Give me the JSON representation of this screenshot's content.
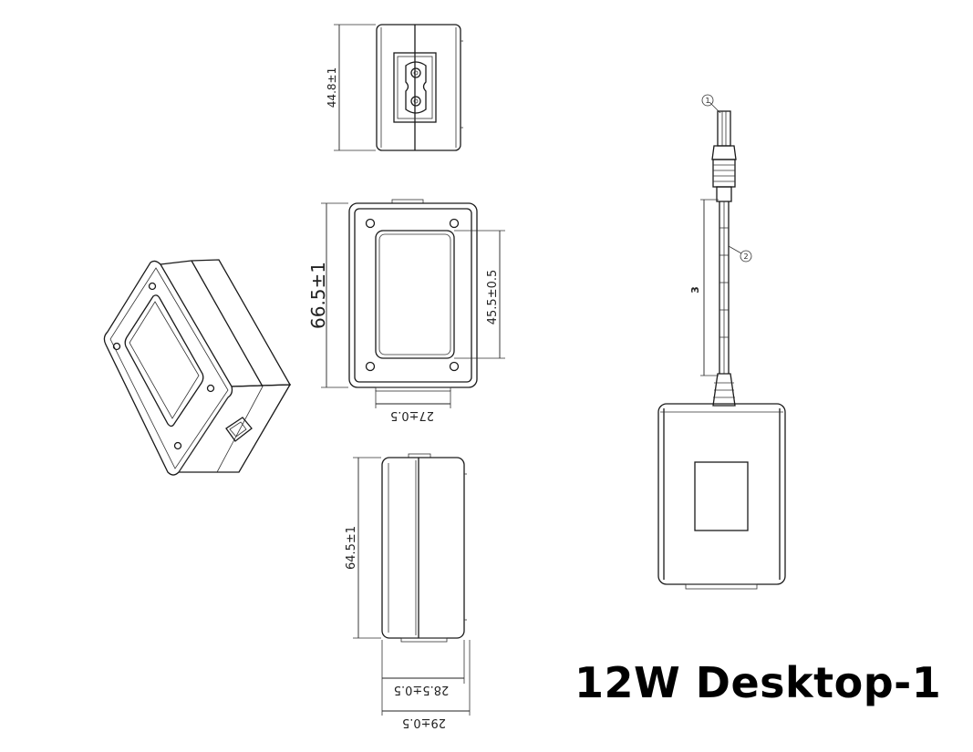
{
  "title": "12W Desktop-1",
  "dimensions": {
    "top_height": "44.8±1",
    "front_height": "66.5±1",
    "front_window": "45.5±0.5",
    "front_width": "27±0.5",
    "side_height": "64.5±1",
    "side_width_inner": "28.5±0.5",
    "side_width_outer": "29±0.5"
  },
  "callouts": {
    "plug": "1",
    "cable": "2",
    "cable_length": "3"
  }
}
